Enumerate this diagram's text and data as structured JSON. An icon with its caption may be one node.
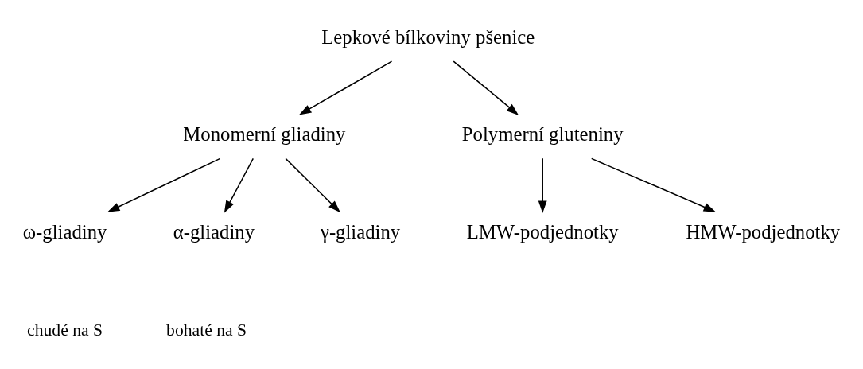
{
  "diagram": {
    "nodes": [
      {
        "text": [
          "Lepkové bílkoviny pšenice"
        ]
      },
      {
        "text": [
          "Monomerní gliadiny"
        ]
      },
      {
        "text": [
          "Polymerní gluteniny"
        ]
      },
      {
        "text": [
          "ω-gliadiny"
        ]
      },
      {
        "text": [
          "α-gliadiny"
        ]
      },
      {
        "text": [
          "γ-gliadiny"
        ]
      },
      {
        "text": [
          "LMW-podjednotky"
        ]
      },
      {
        "text": [
          "HMW-podjednotky"
        ]
      }
    ],
    "edges": [
      {
        "from": 0,
        "to": 1,
        "arrow": "to"
      },
      {
        "from": 0,
        "to": 2,
        "arrow": "to"
      },
      {
        "from": 1,
        "to": 3,
        "arrow": "to"
      },
      {
        "from": 1,
        "to": 4,
        "arrow": "to"
      },
      {
        "from": 1,
        "to": 5,
        "arrow": "to"
      },
      {
        "from": 2,
        "to": 6,
        "arrow": "to"
      },
      {
        "from": 2,
        "to": 7,
        "arrow": "to"
      }
    ],
    "labels": [
      "chudé na S",
      "bohaté na S"
    ]
  }
}
